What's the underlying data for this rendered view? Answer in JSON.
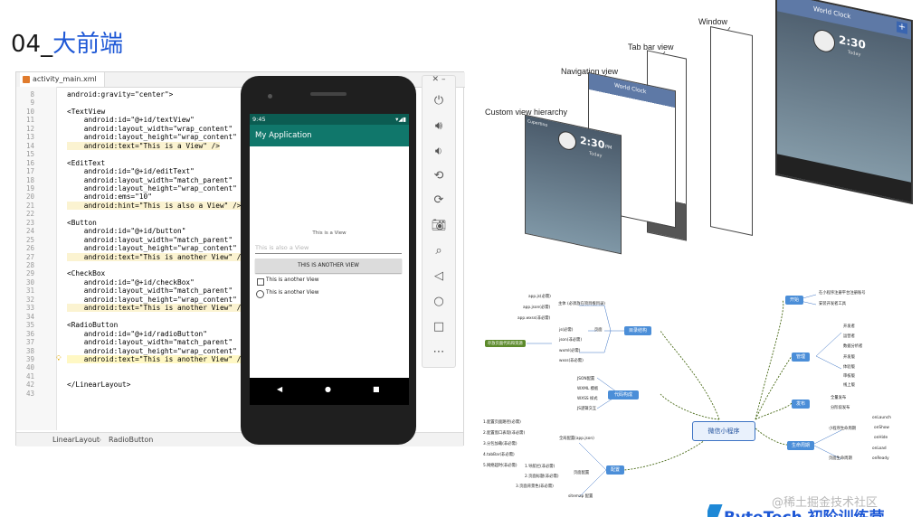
{
  "slide": {
    "number": "04_",
    "title": "大前端"
  },
  "ide": {
    "tab": "activity_main.xml",
    "lines": [
      {
        "n": "8",
        "text": "android:gravity=\"center\">"
      },
      {
        "n": "9",
        "text": ""
      },
      {
        "n": "10",
        "text": "<TextView"
      },
      {
        "n": "11",
        "text": "    android:id=\"@+id/textView\""
      },
      {
        "n": "12",
        "text": "    android:layout_width=\"wrap_content\""
      },
      {
        "n": "13",
        "text": "    android:layout_height=\"wrap_content\""
      },
      {
        "n": "14",
        "text": "    android:text=\"This is a View\" />"
      },
      {
        "n": "15",
        "text": ""
      },
      {
        "n": "16",
        "text": "<EditText"
      },
      {
        "n": "17",
        "text": "    android:id=\"@+id/editText\""
      },
      {
        "n": "18",
        "text": "    android:layout_width=\"match_parent\""
      },
      {
        "n": "19",
        "text": "    android:layout_height=\"wrap_content\""
      },
      {
        "n": "20",
        "text": "    android:ems=\"10\""
      },
      {
        "n": "21",
        "text": "    android:hint=\"This is also a View\" />"
      },
      {
        "n": "22",
        "text": ""
      },
      {
        "n": "23",
        "text": "<Button"
      },
      {
        "n": "24",
        "text": "    android:id=\"@+id/button\""
      },
      {
        "n": "25",
        "text": "    android:layout_width=\"match_parent\""
      },
      {
        "n": "26",
        "text": "    android:layout_height=\"wrap_content\""
      },
      {
        "n": "27",
        "text": "    android:text=\"This is another View\" />"
      },
      {
        "n": "28",
        "text": ""
      },
      {
        "n": "29",
        "text": "<CheckBox"
      },
      {
        "n": "30",
        "text": "    android:id=\"@+id/checkBox\""
      },
      {
        "n": "31",
        "text": "    android:layout_width=\"match_parent\""
      },
      {
        "n": "32",
        "text": "    android:layout_height=\"wrap_content\""
      },
      {
        "n": "33",
        "text": "    android:text=\"This is another View\" />"
      },
      {
        "n": "34",
        "text": ""
      },
      {
        "n": "35",
        "text": "<RadioButton"
      },
      {
        "n": "36",
        "text": "    android:id=\"@+id/radioButton\""
      },
      {
        "n": "37",
        "text": "    android:layout_width=\"match_parent\""
      },
      {
        "n": "38",
        "text": "    android:layout_height=\"wrap_content\""
      },
      {
        "n": "39",
        "text": "    android:text=\"This is another View\" />"
      },
      {
        "n": "40",
        "text": ""
      },
      {
        "n": "41",
        "text": ""
      },
      {
        "n": "42",
        "text": "</LinearLayout>"
      },
      {
        "n": "43",
        "text": ""
      }
    ],
    "breadcrumb": [
      "LinearLayout",
      "RadioButton"
    ]
  },
  "phone": {
    "time": "9:45",
    "app_title": "My Application",
    "textview": "This is a View",
    "edit_hint": "This is also a View",
    "button": "THIS IS ANOTHER VIEW",
    "checkbox": "This is another View",
    "radio": "This is another View",
    "nav_back": "◀",
    "nav_home": "●",
    "nav_recent": "■"
  },
  "ios": {
    "labels": {
      "window": "Window",
      "tabbar": "Tab bar view",
      "navigation": "Navigation view",
      "custom": "Custom view hierarchy"
    },
    "world_clock": "World Clock",
    "time": "2:30",
    "pm": "PM",
    "today": "Today",
    "city": "Cupertino"
  },
  "mindmap": {
    "center": "微信小程序",
    "branches": [
      {
        "label": "开始",
        "items": [
          "在小程序注册平台注册账号",
          "安装开发者工具"
        ]
      },
      {
        "label": "目录结构",
        "items": [
          "app.js(必需)",
          "app.json(必需)",
          "app.wxss(非必需)",
          "js(必需)",
          "json(非必需)",
          "wxml(必需)",
          "wxss(非必需)"
        ]
      },
      {
        "label": "管理",
        "items": [
          "开发者",
          "运营者",
          "数据分析者",
          "开发版",
          "体验版",
          "审核版",
          "线上版"
        ]
      },
      {
        "label": "代码构成",
        "items": [
          "JSON配置",
          "WXML 模板",
          "WXSS 样式",
          "JS逻辑交互"
        ]
      },
      {
        "label": "发布",
        "items": [
          "全量发布",
          "分阶段发布"
        ]
      },
      {
        "label": "生命周期",
        "items": [
          "小程序生命周期",
          "页面生命周期",
          "onLaunch",
          "onShow",
          "onHide",
          "onLoad",
          "onReady"
        ]
      },
      {
        "label": "配置",
        "items": [
          "1.配置页面路径(必需)",
          "2.配置窗口表现(非必需)",
          "3.分包加载(非必需)",
          "4.tabBar(非必需)",
          "5.网络超时(非必需)",
          "1.导航栏(非必需)",
          "2.页面标题(非必需)",
          "3.页面背景色(非必需)",
          "sitemap 配置"
        ]
      }
    ],
    "side_note": "存放页面代码和资源",
    "global_config": "全局配置(app.json)",
    "page_config": "页面配置",
    "page_group": "页面",
    "root_files": "主体 (必须放在项目根目录)"
  },
  "watermark": "@稀土掘金技术社区",
  "footer_brand": "ByteTech 初阶训练营"
}
